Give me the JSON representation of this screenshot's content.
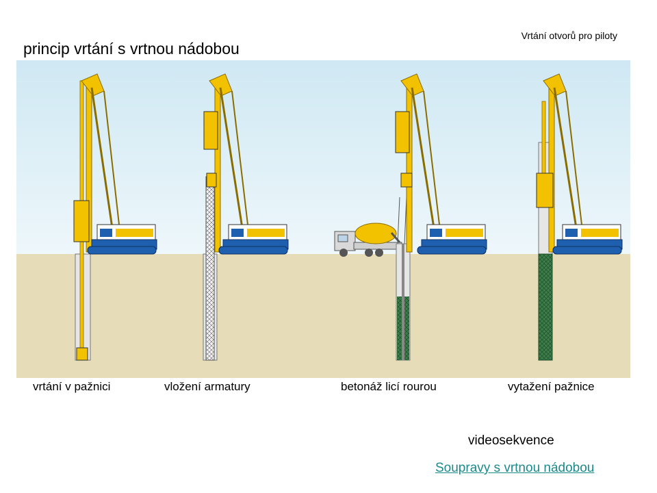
{
  "header": {
    "subtitle": "Vrtání otvorů pro piloty",
    "title": "princip vrtání s vrtnou nádobou"
  },
  "steps": [
    {
      "caption": "vrtání v pažnici"
    },
    {
      "caption": "vložení armatury"
    },
    {
      "caption": "betonáž licí rourou"
    },
    {
      "caption": "vytažení pažnice"
    }
  ],
  "footer": {
    "video_label": "videosekvence",
    "video_link": "Soupravy s vrtnou nádobou"
  },
  "colors": {
    "sky_top": "#cfe8f3",
    "sky_bottom": "#e8f4f9",
    "ground": "#e6dcb8",
    "rig_yellow": "#f2c200",
    "rig_blue": "#1f5fb0",
    "concrete": "#3c7d4a",
    "casing": "#d9d9d9"
  }
}
